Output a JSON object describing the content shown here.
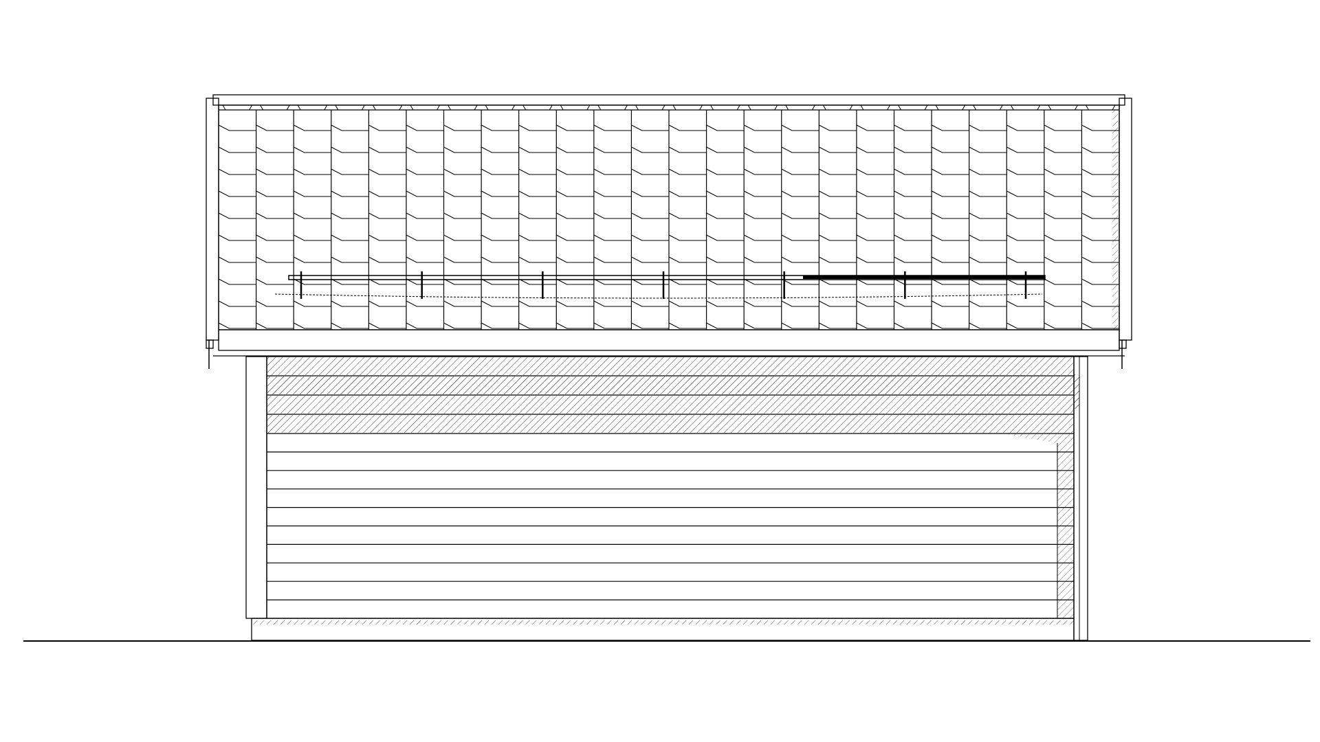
{
  "drawing": {
    "kind": "architectural-elevation",
    "subject": "garage",
    "line_color": "#000000",
    "background_color": "#ffffff",
    "roof": {
      "material": "clay-tile",
      "tile_columns": 24,
      "tile_rows": 10,
      "has_snow_guard": true,
      "snow_guard_brackets": 7
    },
    "wall": {
      "cladding": "horizontal-board",
      "hatched_bands": 4,
      "board_courses": 10
    },
    "ground_line": true
  }
}
